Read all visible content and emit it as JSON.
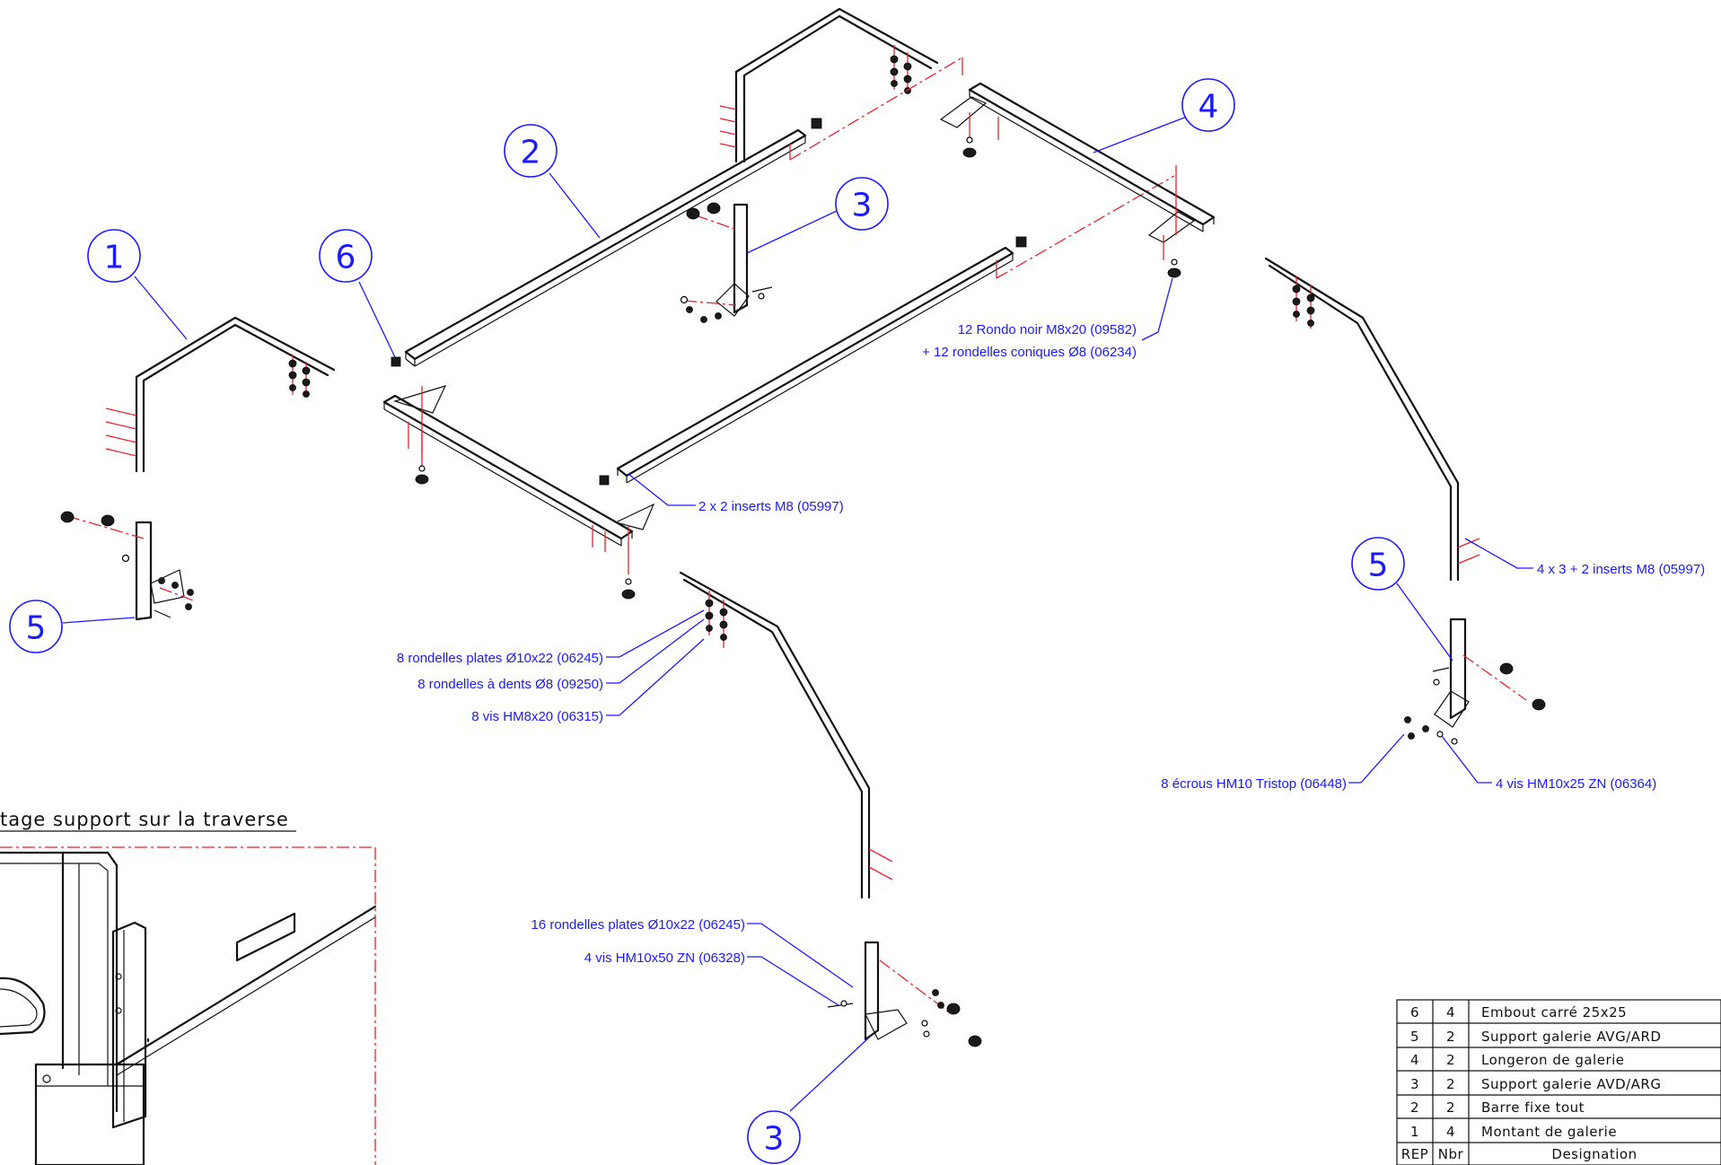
{
  "balloons": [
    {
      "id": "balloon-1",
      "label": "1"
    },
    {
      "id": "balloon-2",
      "label": "2"
    },
    {
      "id": "balloon-3-top",
      "label": "3"
    },
    {
      "id": "balloon-4",
      "label": "4"
    },
    {
      "id": "balloon-5-left",
      "label": "5"
    },
    {
      "id": "balloon-5-right",
      "label": "5"
    },
    {
      "id": "balloon-6",
      "label": "6"
    },
    {
      "id": "balloon-3-bottom",
      "label": "3"
    }
  ],
  "notes": {
    "rondo_line1": "12 Rondo noir M8x20 (09582)",
    "rondo_line2": "+ 12 rondelles coniques Ø8 (06234)",
    "inserts_2x2": "2 x 2 inserts M8 (05997)",
    "inserts_4x3": "4 x 3 + 2 inserts M8 (05997)",
    "rondelles_plates_8": "8 rondelles plates Ø10x22 (06245)",
    "rondelles_dents_8": "8 rondelles à dents Ø8 (09250)",
    "vis_hm8": "8 vis HM8x20 (06315)",
    "ecrous_hm10": "8 écrous HM10 Tristop (06448)",
    "vis_hm10x25": "4 vis HM10x25 ZN (06364)",
    "rondelles_plates_16": "16 rondelles plates Ø10x22 (06245)",
    "vis_hm10x50": "4 vis HM10x50 ZN (06328)"
  },
  "detail_title": "tage support sur la traverse",
  "parts_table": {
    "header": {
      "rep": "REP",
      "nbr": "Nbr",
      "designation": "Designation"
    },
    "rows": [
      {
        "rep": "6",
        "nbr": "4",
        "designation": "Embout carré 25x25"
      },
      {
        "rep": "5",
        "nbr": "2",
        "designation": "Support galerie AVG/ARD"
      },
      {
        "rep": "4",
        "nbr": "2",
        "designation": "Longeron de galerie"
      },
      {
        "rep": "3",
        "nbr": "2",
        "designation": "Support galerie AVD/ARG"
      },
      {
        "rep": "2",
        "nbr": "2",
        "designation": "Barre fixe tout"
      },
      {
        "rep": "1",
        "nbr": "4",
        "designation": "Montant de galerie"
      }
    ]
  }
}
